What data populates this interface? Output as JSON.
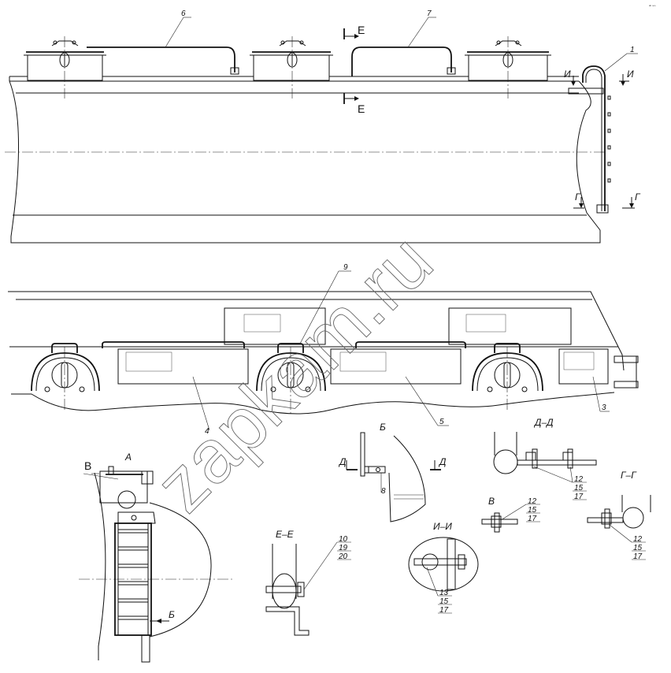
{
  "corner_note": "ᵃᵇ ⁿⁿⁿ",
  "watermark": "zapkam.ru",
  "callouts": {
    "c1": "1",
    "c3": "3",
    "c4": "4",
    "c5": "5",
    "c6": "6",
    "c7": "7",
    "c8": "8",
    "c9": "9"
  },
  "section_marks": {
    "E": "Е",
    "I": "И",
    "G": "Г",
    "D": "Д",
    "B": "Б",
    "V_big": "В"
  },
  "view_titles": {
    "A": "А",
    "B": "Б",
    "V": "В",
    "DD": "Д–Д",
    "GG": "Г–Г",
    "EE": "Е–Е",
    "II": "И–И"
  },
  "stacks": {
    "EE": [
      "10",
      "19",
      "20"
    ],
    "II": [
      "13",
      "15",
      "17"
    ],
    "DD": [
      "12",
      "15",
      "17"
    ],
    "V": [
      "12",
      "15",
      "17"
    ],
    "GG": [
      "12",
      "15",
      "17"
    ]
  }
}
